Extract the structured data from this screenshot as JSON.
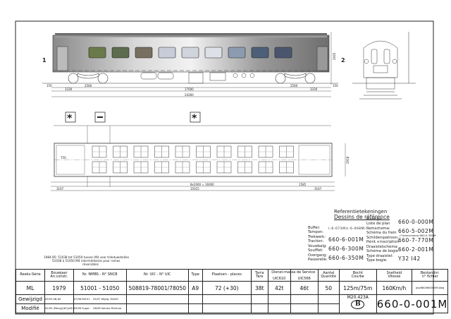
{
  "side_view": {
    "end_labels": [
      "1",
      "2"
    ],
    "dimensions": {
      "buffer_left": "150",
      "bogie_left_overhang": "3330",
      "bogie_wheelbase": "2560",
      "bogie_centres": "17600",
      "overall_length": "24260",
      "bogie_right_overhang": "3330",
      "buffer_right": "150",
      "height": "2935"
    }
  },
  "symbols": [
    "asterisk-symbol",
    "dash-symbol",
    "asterisk-symbol"
  ],
  "plan_view": {
    "dimensions": {
      "end_left": "3167",
      "compartment_left": "15015",
      "pitch": "8x2000 = 16000",
      "door_width": "1585",
      "end_right": "3167",
      "width": "2918",
      "aisle": "750"
    }
  },
  "note": {
    "line1": "1984-85: 51038 tot 51050 tussen M4 voor trekduwstellen",
    "line2": "51038 à 51050 M4 intermédiaires pour rames",
    "line3": "réversibles"
  },
  "references": {
    "title_nl": "Referentietekeningen",
    "title_fr": "Dessins de référence",
    "left": [
      {
        "label": "Buffer:\nTampon:",
        "value": "(-6-073M)(-6-068M)"
      },
      {
        "label": "Trekwerk:\nTraction:",
        "value": "660-6-001M"
      },
      {
        "label": "Vouwbalg:\nSoufflet:",
        "value": "660-6-300M"
      },
      {
        "label": "Overgang:\nPasserelle:",
        "value": "660-6-350M"
      }
    ],
    "right": [
      {
        "label": "Plantlijst:\nListe de plan",
        "value": "660-0-000M"
      },
      {
        "label": "Remschema:\nSchéma du frein",
        "value": "660-5-002M",
        "extra": "(*)remschema 660-5-380M"
      },
      {
        "label": "Schilderspatroon:\nPeint.+inscription",
        "value": "660-7-770M"
      },
      {
        "label": "Draaistelschema:\nSchéma de bogie",
        "value": "660-2-001M"
      },
      {
        "label": "Type draaistel:\nType bogie:",
        "value": "Y32   I42"
      }
    ]
  },
  "table": {
    "headers": [
      "Reeks-Série",
      "Bouwjaar\nAn.constr.",
      "Nr. NMBS - N° SNCB",
      "Nr. UIC - N° UIC",
      "Type",
      "Plaatsen - places",
      "Tarra\nTare",
      "UIC610",
      "UIC566",
      "Aantal\nQuantité",
      "Bocht\nCourbe",
      "Snelheid\nVitesse",
      "Bestandnr.\nn° fichier"
    ],
    "service_mass_header": "Dienst-massa  de Service",
    "values": [
      "ML",
      "1979",
      "51001 - 51050",
      "508819-78001/78050",
      "A9",
      "72   (+30)",
      "38t",
      "42t",
      "46t",
      "50",
      "125m/75m",
      "160Km/h",
      "plo/660/660000M.dwg"
    ],
    "modified_label_nl": "Gewijzigd",
    "modified_label_fr": "Modifié",
    "modifications": [
      "09/93 AB-80",
      "07/96 Ref.01",
      "05/97 Wijzig. M4/49",
      "02/95 (Meng)(AE)(AD)",
      "09/96 Suppr.",
      "08/98 Samen-Peinture"
    ],
    "drawing_ref": "M20.423A",
    "logo": "B",
    "drawing_number": "660-0-001M"
  }
}
